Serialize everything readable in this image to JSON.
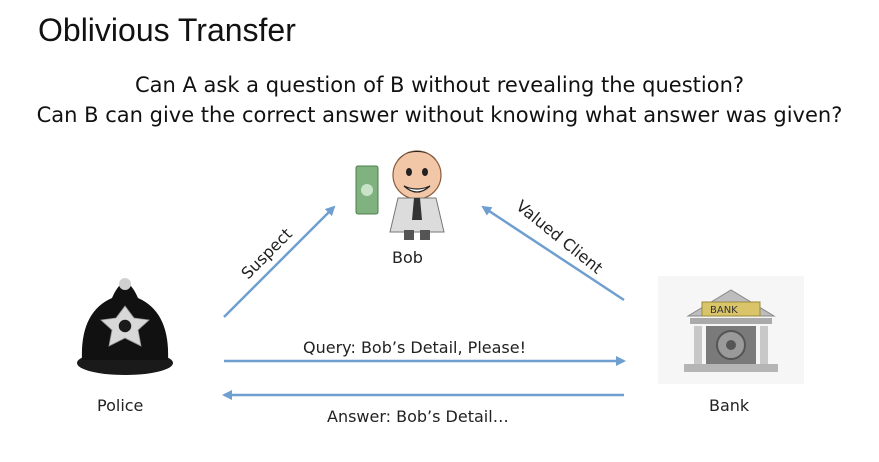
{
  "title": "Oblivious Transfer",
  "questions": [
    "Can A ask a question of B without revealing the question?",
    "Can B can give the correct answer without knowing what answer was given?"
  ],
  "nodes": {
    "bob": "Bob",
    "police": "Police",
    "bank": "Bank",
    "bank_sign": "BANK"
  },
  "edges": {
    "suspect": "Suspect",
    "valued_client": "Valued Client",
    "query": "Query: Bob’s Detail, Please!",
    "answer": "Answer: Bob’s Detail…"
  },
  "colors": {
    "arrow": "#6f9fd0",
    "helmet": "#111111",
    "badge": "#d8d8d8",
    "money": "#7fb27f",
    "bank_sign": "#d9c46a"
  },
  "icons": [
    "bob-businessman-icon",
    "police-helmet-icon",
    "bank-building-icon"
  ]
}
